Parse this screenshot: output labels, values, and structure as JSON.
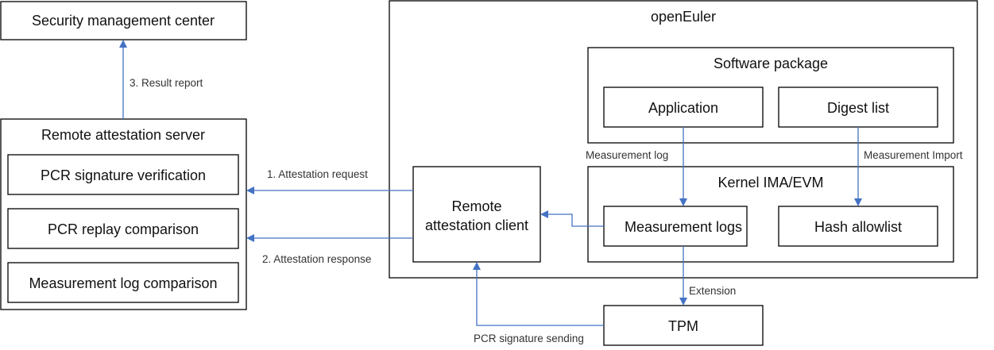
{
  "nodes": {
    "security_center": "Security management center",
    "server": "Remote attestation server",
    "pcr_sig": "PCR signature verification",
    "pcr_replay": "PCR replay comparison",
    "log_compare": "Measurement log comparison",
    "openeuler": "openEuler",
    "software_package": "Software package",
    "application": "Application",
    "digest_list": "Digest list",
    "kernel": "Kernel IMA/EVM",
    "measurement_logs": "Measurement logs",
    "hash_allowlist": "Hash allowlist",
    "client_line1": "Remote",
    "client_line2": "attestation client",
    "tpm": "TPM"
  },
  "edges": {
    "result_report": "3. Result report",
    "attestation_request": "1. Attestation request",
    "attestation_response": "2. Attestation response",
    "measurement_log": "Measurement log",
    "measurement_import": "Measurement Import",
    "extension": "Extension",
    "pcr_sending": "PCR signature sending"
  },
  "colors": {
    "arrow": "#4472c4"
  }
}
